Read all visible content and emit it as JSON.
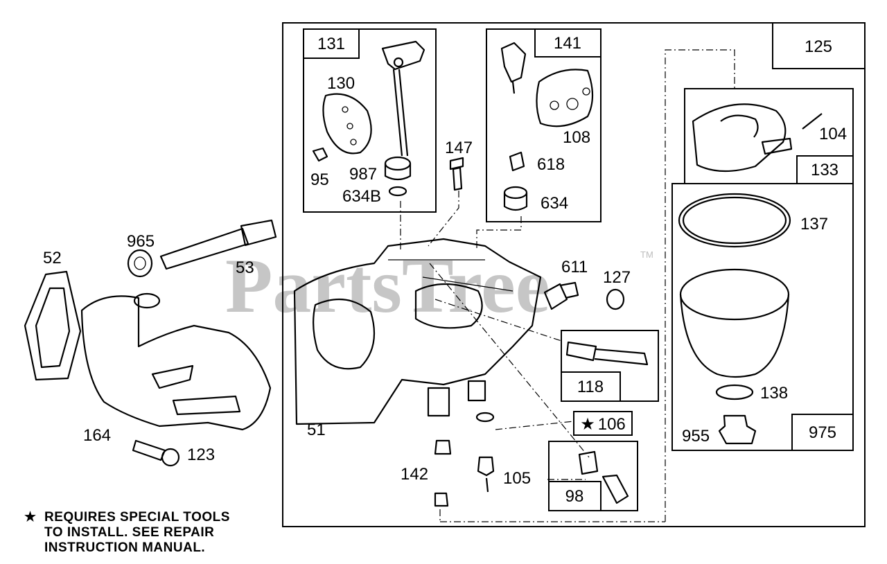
{
  "watermark": {
    "text": "PartsTree",
    "tm": "TM"
  },
  "assembly": {
    "number": "125"
  },
  "subassemblies": [
    {
      "number": "131"
    },
    {
      "number": "141"
    },
    {
      "number": "133"
    },
    {
      "number": "118"
    },
    {
      "number": "106",
      "special_tool": true,
      "marker": "★"
    },
    {
      "number": "98"
    },
    {
      "number": "975"
    }
  ],
  "parts": [
    "130",
    "95",
    "987",
    "634B",
    "147",
    "108",
    "618",
    "634",
    "104",
    "137",
    "138",
    "955",
    "611",
    "127",
    "51",
    "142",
    "105",
    "965",
    "53",
    "52",
    "164",
    "123"
  ],
  "note": {
    "marker": "★",
    "lines": [
      "REQUIRES SPECIAL TOOLS",
      "TO INSTALL.  SEE REPAIR",
      "INSTRUCTION MANUAL."
    ]
  }
}
